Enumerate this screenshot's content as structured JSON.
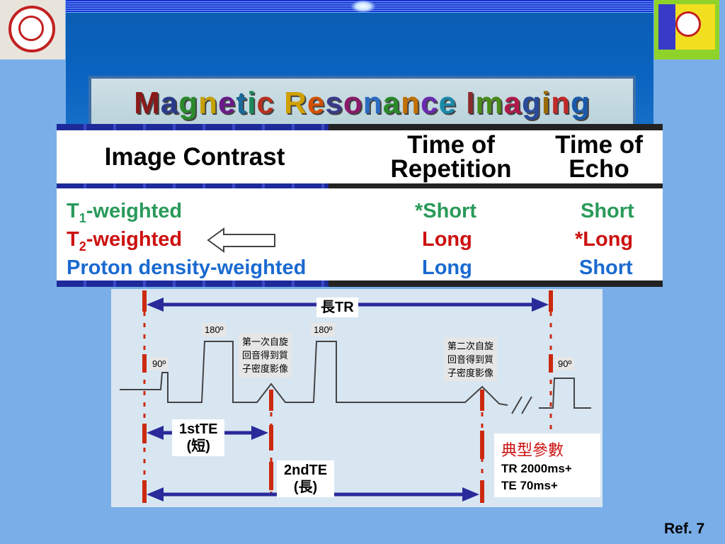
{
  "title": "Magnetic Resonance Imaging",
  "title_colors": [
    "#8b1a1a",
    "#2a3a8a",
    "#2b8a2b",
    "#c6a000",
    "#6a1a8a",
    "#1a6a9a",
    "#1a8a5a",
    "#b83020",
    "#d0a000",
    "#d45000",
    "#3a3a8a",
    "#8a1a6a",
    "#2a6ac0",
    "#2a8a2a",
    "#c07000",
    "#6a2ab0",
    "#1a8aaa",
    "#8a2a2a",
    "#4a8a1a",
    "#b01a4a",
    "#2a4a9a",
    "#9a6a00",
    "#c02a2a",
    "#1a5aaa",
    "#2a8a2a",
    "#7a1a1a"
  ],
  "table": {
    "header": {
      "image_contrast": "Image Contrast",
      "tr_line1": "Time of",
      "tr_line2": "Repetition",
      "te_line1": "Time of",
      "te_line2": "Echo"
    },
    "rows": [
      {
        "name": "T",
        "sub": "1",
        "suffix": "-weighted",
        "tr": "*Short",
        "te": "Short",
        "color": "#2a9a5a"
      },
      {
        "name": "T",
        "sub": "2",
        "suffix": "-weighted",
        "tr": "Long",
        "te": "*Long",
        "color": "#cc1010"
      },
      {
        "name": "Proton density-weighted",
        "sub": "",
        "suffix": "",
        "tr": "Long",
        "te": "Short",
        "color": "#1a6ad0"
      }
    ]
  },
  "diagram": {
    "long_tr": "長TR",
    "pulse_180_a": "180º",
    "pulse_180_b": "180º",
    "pulse_90_a": "90º",
    "pulse_90_b": "90º",
    "first_echo": [
      "第一次自旋",
      "回音得到質",
      "子密度影像"
    ],
    "second_echo": [
      "第二次自旋",
      "回音得到質",
      "子密度影像"
    ],
    "te1_line1": "1stTE",
    "te1_line2": "(短)",
    "te2_line1": "2ndTE",
    "te2_line2": "(長)",
    "params_title": "典型參數",
    "params_tr": "TR 2000ms+",
    "params_te": "TE 70ms+"
  },
  "ref": "Ref. 7"
}
